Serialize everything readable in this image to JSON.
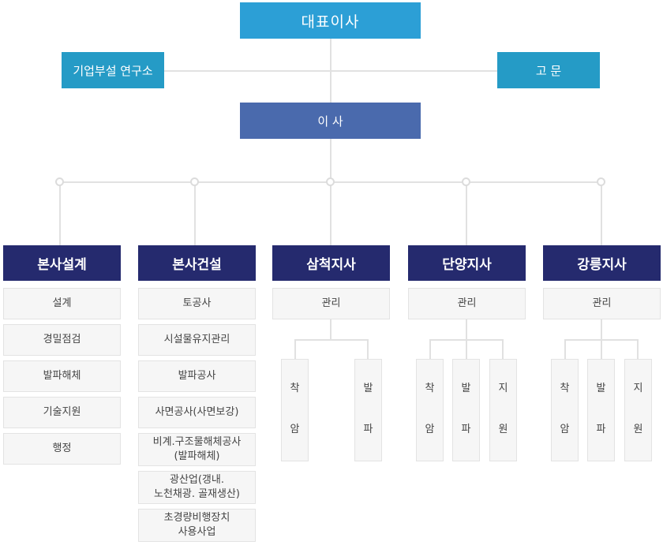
{
  "ceo": "대표이사",
  "side_left": "기업부설 연구소",
  "side_right": "고 문",
  "director": "이 사",
  "departments": [
    {
      "name": "본사설계",
      "items": [
        "설계",
        "경밀점검",
        "발파해체",
        "기술지원",
        "행정"
      ]
    },
    {
      "name": "본사건설",
      "items": [
        "토공사",
        "시설물유지관리",
        "발파공사",
        "사면공사(사면보강)",
        "비계.구조물해체공사\n(발파해체)",
        "광산업(갱내.\n노천채광. 골재생산)",
        "초경량비행장치\n사용사업"
      ]
    },
    {
      "name": "삼척지사",
      "manage": "관리",
      "subs": [
        [
          "착",
          "암"
        ],
        [
          "발",
          "파"
        ]
      ]
    },
    {
      "name": "단양지사",
      "manage": "관리",
      "subs": [
        [
          "착",
          "암"
        ],
        [
          "발",
          "파"
        ],
        [
          "지",
          "원"
        ]
      ]
    },
    {
      "name": "강릉지사",
      "manage": "관리",
      "subs": [
        [
          "착",
          "암"
        ],
        [
          "발",
          "파"
        ],
        [
          "지",
          "원"
        ]
      ]
    }
  ]
}
